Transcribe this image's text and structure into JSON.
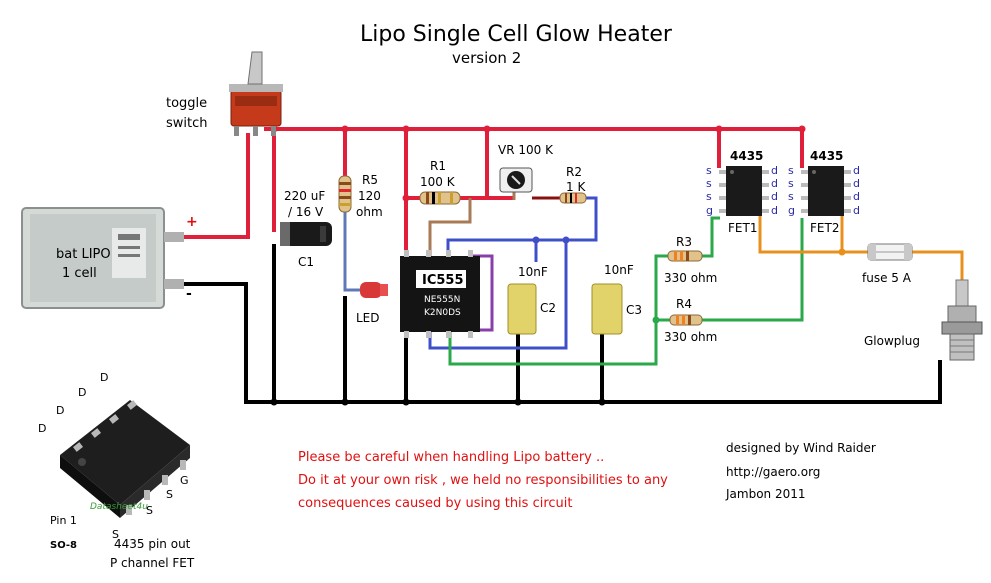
{
  "title": "Lipo Single Cell Glow Heater",
  "subtitle": "version 2",
  "labels": {
    "toggle": "toggle",
    "switch": "switch",
    "battery_1": "bat LIPO",
    "battery_2": "1 cell",
    "plus": "+",
    "minus": "-",
    "c1_value_1": "220 uF",
    "c1_value_2": "/ 16 V",
    "c1": "C1",
    "r5": "R5",
    "r5_value_1": "120",
    "r5_value_2": "ohm",
    "led": "LED",
    "r1": "R1",
    "r1_value": "100 K",
    "vr": "VR 100 K",
    "r2": "R2",
    "r2_value": "1 K",
    "ic": "IC555",
    "ic_marking_1": "NE555N",
    "ic_marking_2": "K2N0DS",
    "c2_value": "10nF",
    "c2": "C2",
    "c3_value": "10nF",
    "c3": "C3",
    "r3": "R3",
    "r3_value": "330 ohm",
    "r4": "R4",
    "r4_value": "330 ohm",
    "fet1_part": "4435",
    "fet2_part": "4435",
    "fet1": "FET1",
    "fet2": "FET2",
    "pin_s": "s",
    "pin_g": "g",
    "pin_d": "d",
    "fuse": "fuse 5 A",
    "glowplug": "Glowplug",
    "pin1": "Pin 1",
    "so8": "SO-8",
    "pinout_pkg_D": "D",
    "pinout_pkg_S": "S",
    "pinout_pkg_G": "G",
    "pinout_1": "4435 pin out",
    "pinout_2": "P channel FET",
    "pinout_watermark": "Datasheet4u"
  },
  "warning": {
    "line1": "Please be careful when handling Lipo battery ..",
    "line2": "Do it at your own risk , we held no responsibilities to any",
    "line3": "consequences caused by using  this circuit"
  },
  "credits": {
    "line1": "designed by Wind Raider",
    "line2": "http://gaero.org",
    "line3": "Jambon 2011"
  },
  "colors": {
    "positive_rail": "#e0203a",
    "ground_rail": "#000000",
    "blue_wire": "#3f4fc8",
    "green_wire": "#2aa84a",
    "orange_wire": "#e8901c",
    "brown_wire": "#a87a56",
    "warning_text": "#e01010"
  }
}
